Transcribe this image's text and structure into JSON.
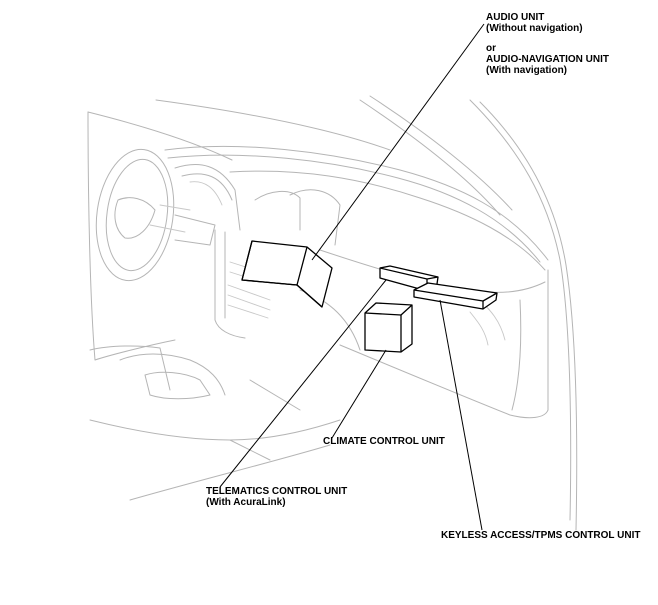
{
  "callouts": {
    "audio_unit": {
      "line1": "AUDIO UNIT",
      "line2": "(Without navigation)",
      "line3": "or",
      "line4": "AUDIO-NAVIGATION UNIT",
      "line5": "(With navigation)"
    },
    "climate_control_unit": "CLIMATE CONTROL UNIT",
    "telematics_control_unit": {
      "line1": "TELEMATICS CONTROL UNIT",
      "line2": "(With AcuraLink)"
    },
    "keyless_access_unit": "KEYLESS ACCESS/TPMS CONTROL UNIT"
  },
  "colors": {
    "line_art": "#b5b5b5",
    "component_outline": "#000000",
    "background": "#ffffff"
  }
}
